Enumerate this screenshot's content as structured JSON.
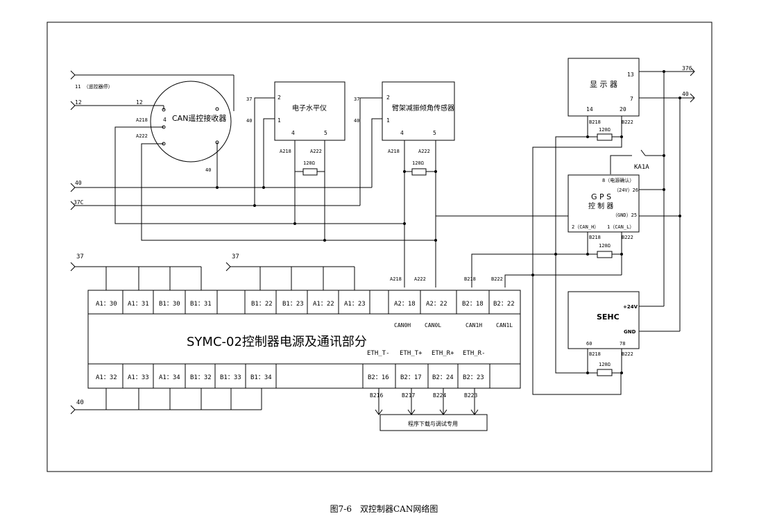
{
  "caption": "图7-6　双控制器CAN网络图",
  "supplies": {
    "v37_left": "37C",
    "gnd_left": "40",
    "v37_right": "37C",
    "gnd_right": "40",
    "bus37_a": "37",
    "bus37_b": "37",
    "bus40": "40",
    "wire11": "11 （遥控器停）",
    "wire12": "12"
  },
  "can_receiver": {
    "title": "CAN遥控接收器",
    "pin12": "12",
    "pinA218": "A218",
    "pin4": "4",
    "pinA222": "A222",
    "pin40": "40"
  },
  "level": {
    "title": "电子水平仪",
    "pin_37": "37",
    "pin_40": "40",
    "pin2": "2",
    "pin1": "1",
    "pin4": "4",
    "pin5": "5",
    "a218": "A218",
    "a222": "A222",
    "res": "120Ω"
  },
  "arm_sensor": {
    "title": "臂架减振倾角传感器",
    "pin_37": "37",
    "pin_40": "40",
    "pin2": "2",
    "pin1": "1",
    "pin4": "4",
    "pin5": "5",
    "a218": "A218",
    "a222": "A222",
    "res": "120Ω"
  },
  "display": {
    "title": "显 示 器",
    "pin13": "13",
    "pin7": "7",
    "pin14": "14",
    "pin20": "20",
    "b218": "B218",
    "b222": "B222",
    "res": "120Ω"
  },
  "gps": {
    "relay": "KA1A",
    "pin8": "8（电源确认）",
    "pin26": "（24V）26",
    "title1": "G P S",
    "title2": "控 制 器",
    "pin25": "（GND）25",
    "canh": "2（CAN_H）",
    "canl": "1（CAN_L）",
    "b218": "B218",
    "b222": "B222",
    "res": "120Ω"
  },
  "sehc": {
    "title": "SEHC",
    "v24": "+24V",
    "gnd": "GND",
    "pin60": "60",
    "pin78": "78",
    "b218": "B218",
    "b222": "B222",
    "res": "120Ω"
  },
  "controller": {
    "title": "SYMC-02控制器电源及通讯部分",
    "top_pins": [
      "A1：30",
      "A1：31",
      "B1：30",
      "B1：31",
      "B1：22",
      "B1：23",
      "A1：22",
      "A1：23",
      "A2：18",
      "A2：22",
      "B2：18",
      "B2：22"
    ],
    "bottom_pins": [
      "A1：32",
      "A1：33",
      "A1：34",
      "B1：32",
      "B1：33",
      "B1：34",
      "B2：16",
      "B2：17",
      "B2：24",
      "B2：23"
    ],
    "can0h": "CAN0H",
    "can0l": "CAN0L",
    "can1h": "CAN1H",
    "can1l": "CAN1L",
    "eth_tm": "ETH_T-",
    "eth_tp": "ETH_T+",
    "eth_rp": "ETH_R+",
    "eth_rm": "ETH_R-",
    "a218": "A218",
    "a222": "A222",
    "b218": "B218",
    "b222": "B222",
    "b216": "B216",
    "b217": "B217",
    "b224": "B224",
    "b223": "B223"
  },
  "debug_box": "程序下载与调试专用"
}
